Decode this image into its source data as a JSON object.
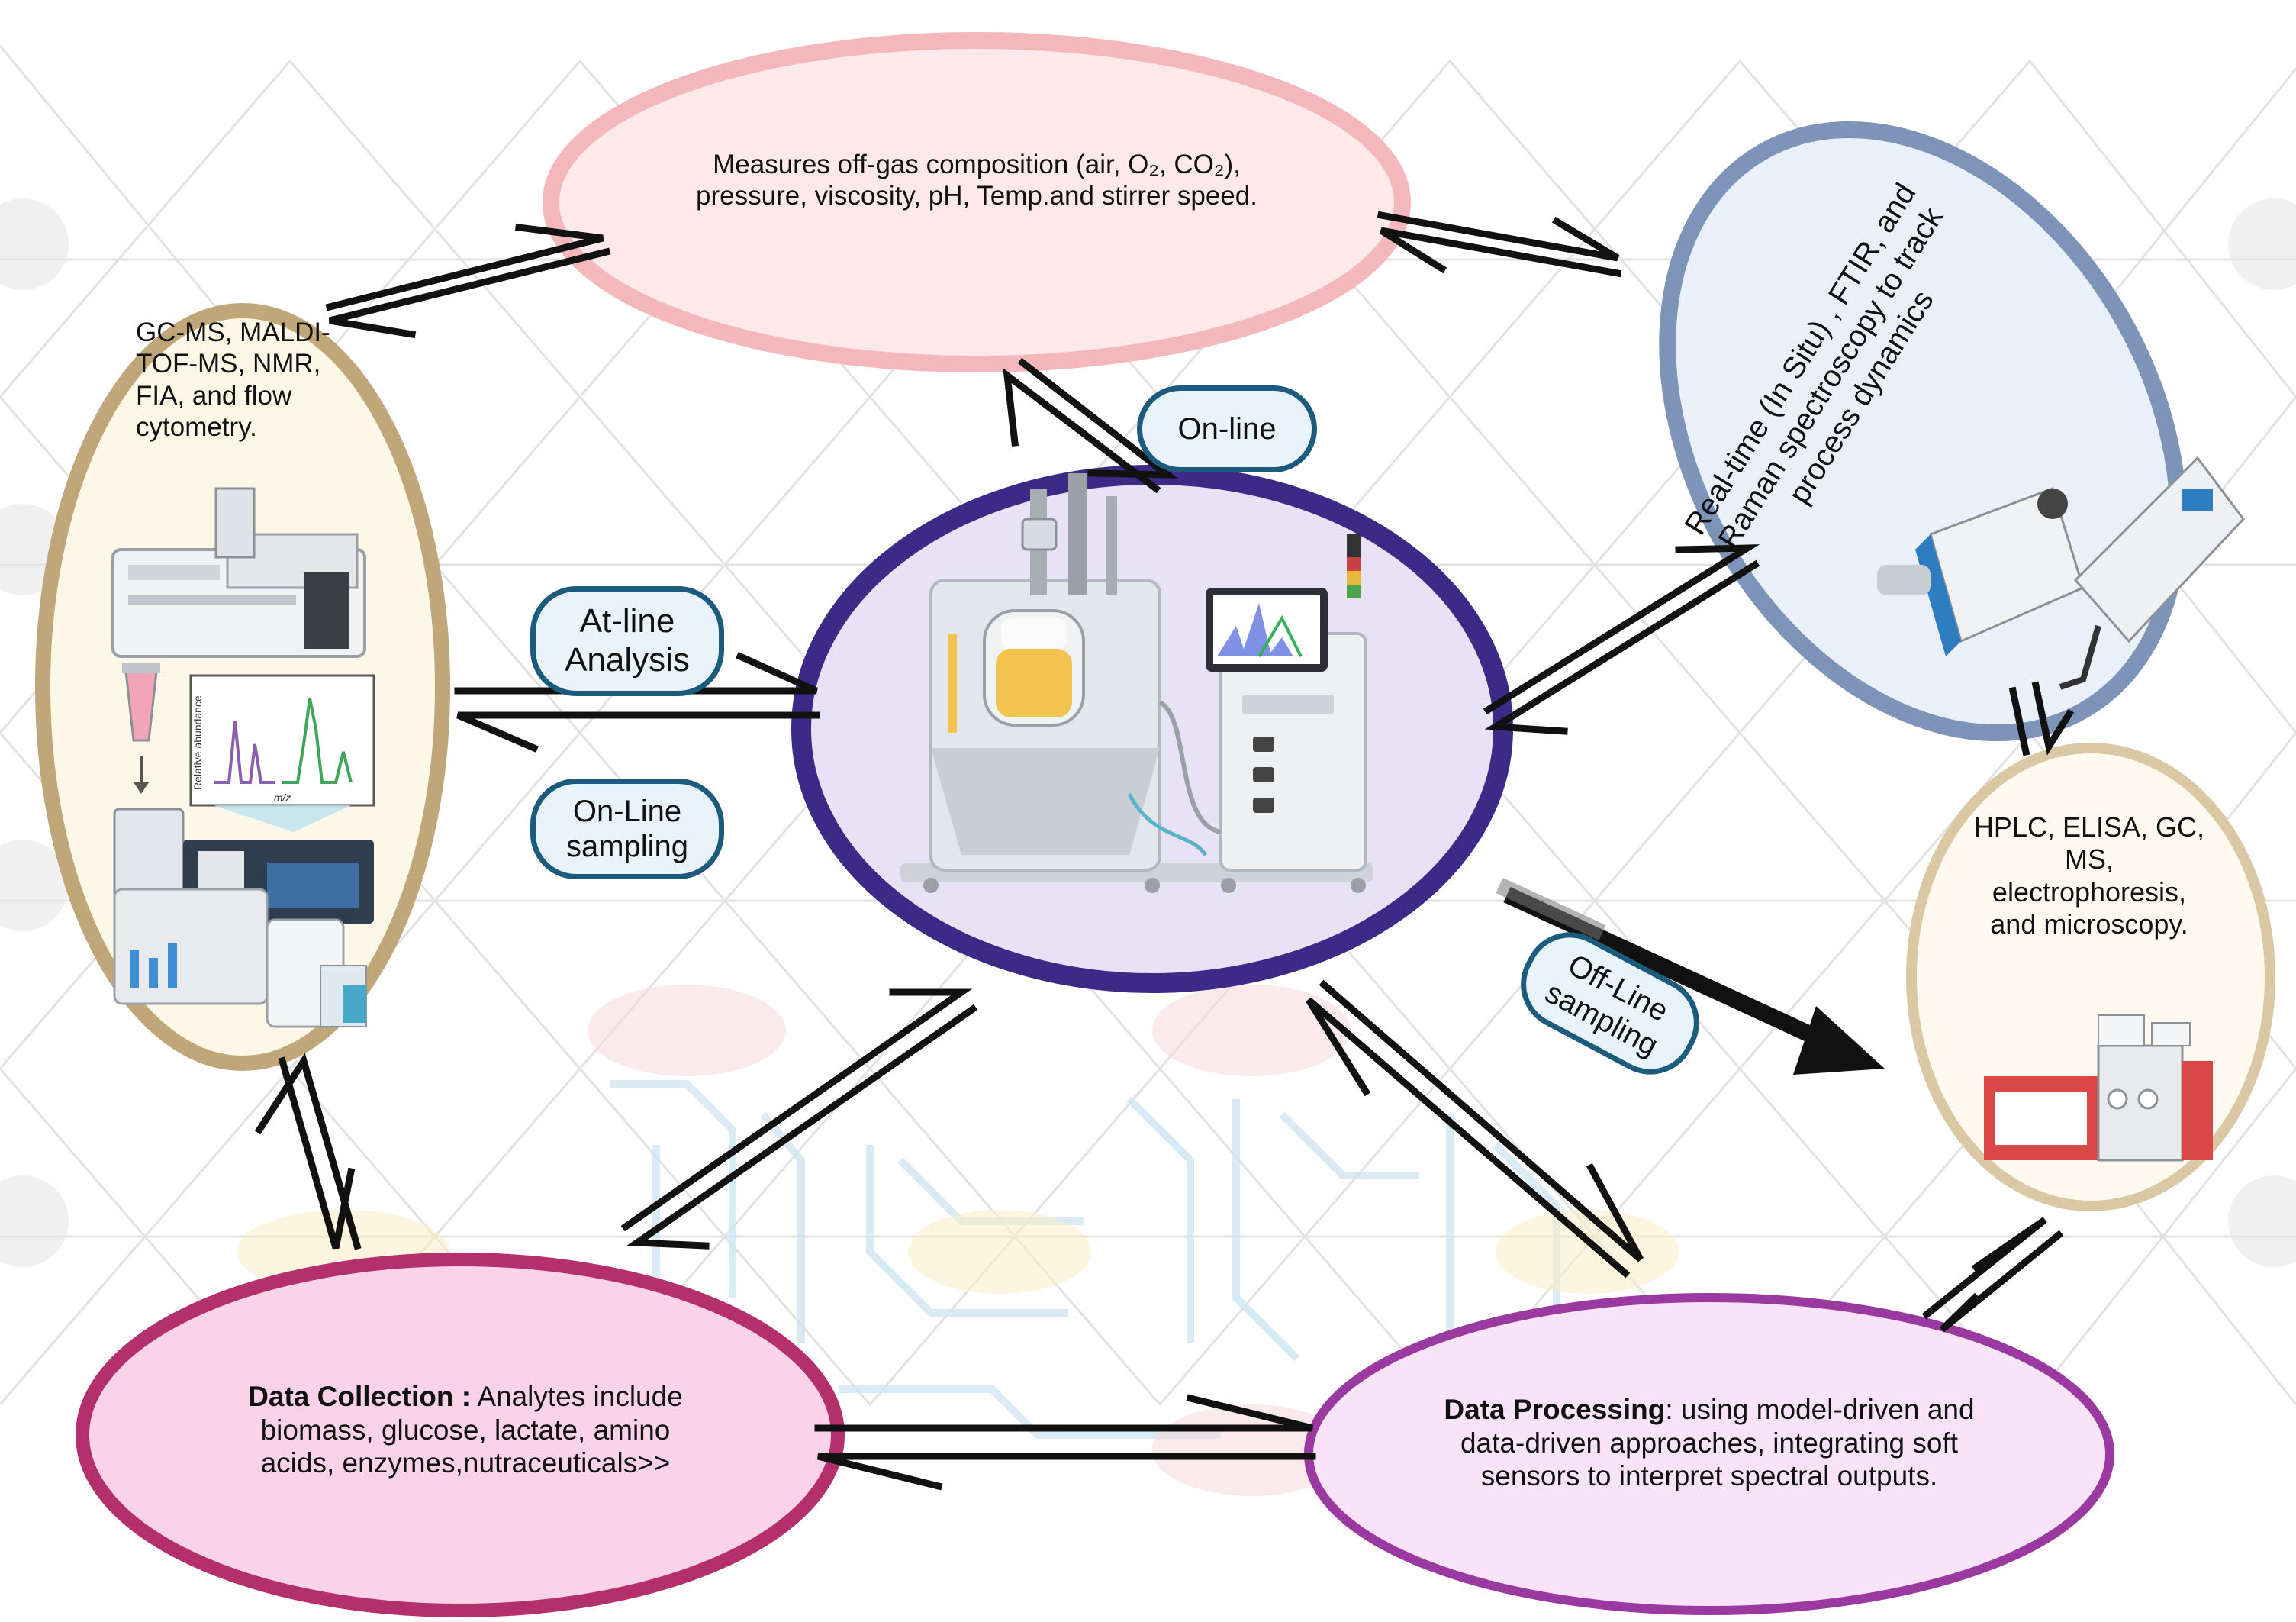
{
  "nodes": {
    "top": "Measures off-gas composition (air, O₂, CO₂), pressure, viscosity, pH, Temp.and stirrer speed.",
    "left": "GC-MS, MALDI-TOF-MS, NMR, FIA, and flow cytometry.",
    "right_top": "Real-time (In Situ) , FTIR, and Raman spectroscopy to track process dynamics",
    "right_mid": "HPLC, ELISA, GC, MS, electrophoresis, and microscopy.",
    "bottom_left": {
      "title": "Data Collection :",
      "body": " Analytes include biomass, glucose, lactate, amino acids, enzymes,nutraceuticals>>"
    },
    "bottom_right": {
      "title": "Data Processing",
      "body": ":  using model-driven and data-driven approaches, integrating soft sensors to interpret spectral outputs."
    }
  },
  "labels": {
    "online": "On-line",
    "atline": "At-line Analysis",
    "online_sampling": "On-Line sampling",
    "offline_sampling": "Off-Line sampling"
  },
  "spectrum_axes": {
    "y": "Relative abundance",
    "x": "m/z"
  },
  "colors": {
    "top_ellipse_stroke": "#f4b8bc",
    "top_ellipse_fill": "#fde8ea",
    "left_ellipse_stroke": "#bfa77a",
    "left_ellipse_fill": "#fdf7e8",
    "right_top_stroke": "#7d93b8",
    "right_top_fill": "#eaf0fa",
    "right_mid_stroke": "#d9c8a3",
    "right_mid_fill": "#fffaf0",
    "center_stroke": "#3d2a86",
    "center_fill": "#e8e2f6",
    "bottom_left_stroke": "#b4306d",
    "bottom_left_fill": "#fbd3e8",
    "bottom_right_stroke": "#9a3aa0",
    "bottom_right_fill": "#f9e3f8",
    "pill_stroke": "#1c5a7e",
    "pill_fill": "#e8f3fb"
  }
}
